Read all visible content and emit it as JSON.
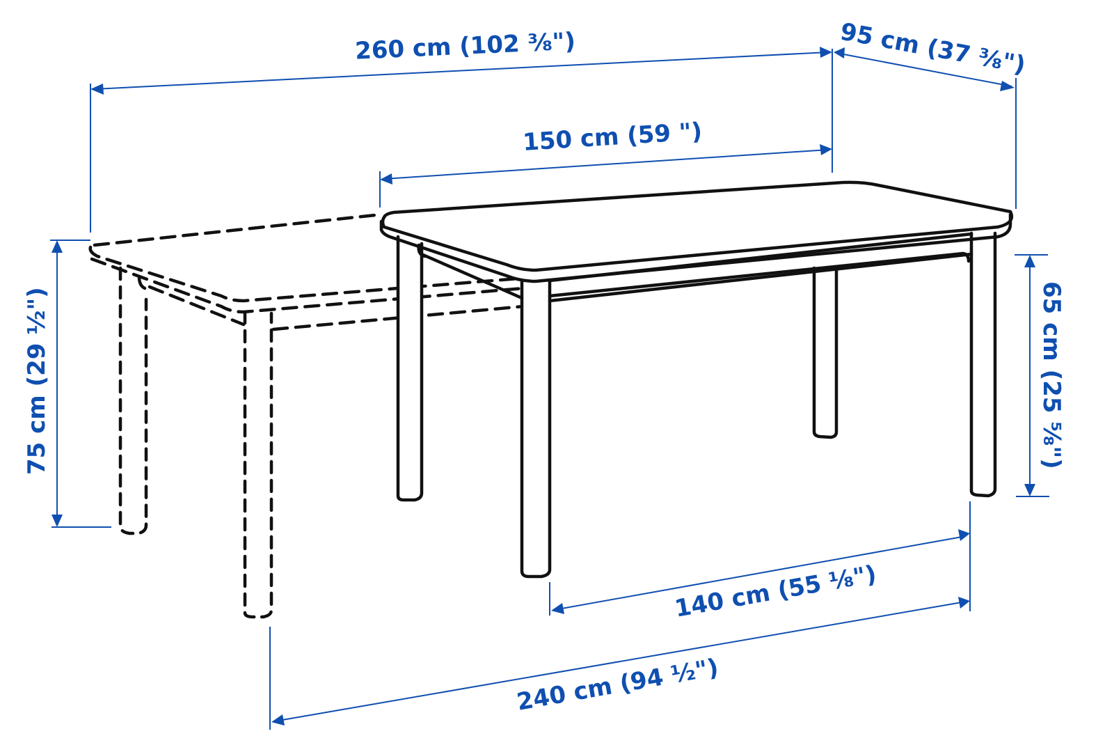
{
  "diagram": {
    "subject": "Extendable dining table with dimensions",
    "line_color": "#111111",
    "dimension_color": "#0f4fb0",
    "background": "#ffffff",
    "states": [
      "extended (dashed outline)",
      "closed (solid outline)"
    ]
  },
  "dimensions": {
    "extended_length": {
      "label": "260 cm (102 ⅜\")",
      "cm": 260,
      "inches": "102 3/8"
    },
    "depth": {
      "label": "95 cm (37 ⅜\")",
      "cm": 95,
      "inches": "37 3/8"
    },
    "closed_length": {
      "label": "150 cm (59 \")",
      "cm": 150,
      "inches": "59"
    },
    "height": {
      "label": "75 cm (29 ½\")",
      "cm": 75,
      "inches": "29 1/2"
    },
    "under_apron_height": {
      "label": "65 cm (25 ⅝\")",
      "cm": 65,
      "inches": "25 5/8"
    },
    "closed_leg_span": {
      "label": "140 cm (55 ⅛\")",
      "cm": 140,
      "inches": "55 1/8"
    },
    "extended_leg_span": {
      "label": "240 cm (94 ½\")",
      "cm": 240,
      "inches": "94 1/2"
    }
  }
}
